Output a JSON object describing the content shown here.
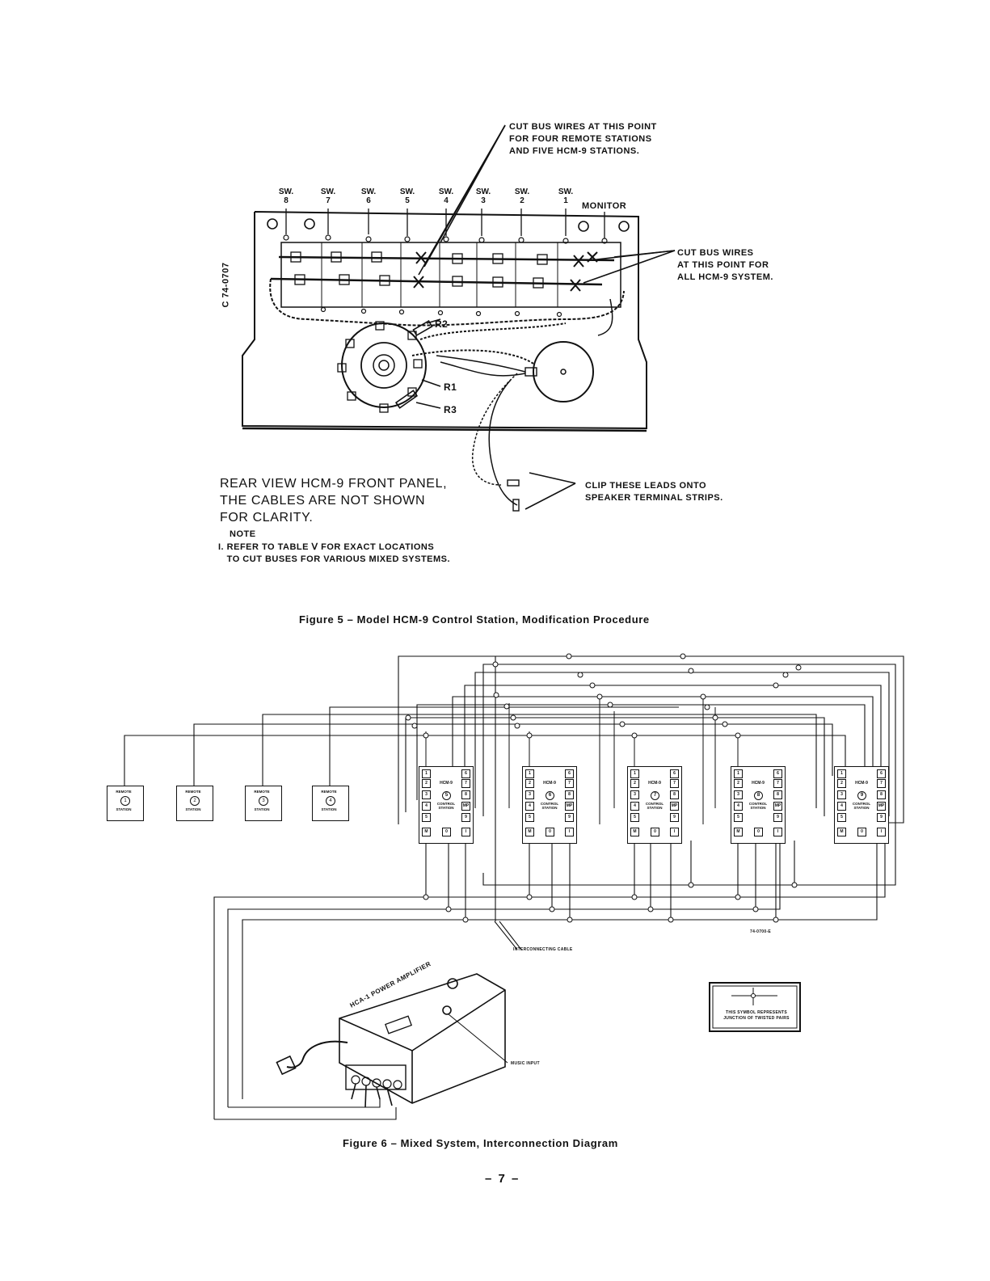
{
  "figure5": {
    "caption": "Figure 5 – Model HCM-9 Control Station, Modification Procedure",
    "drawing_number": "C 74-0707",
    "switch_labels": [
      {
        "top": "SW.",
        "num": "8"
      },
      {
        "top": "SW.",
        "num": "7"
      },
      {
        "top": "SW.",
        "num": "6"
      },
      {
        "top": "SW.",
        "num": "5"
      },
      {
        "top": "SW.",
        "num": "4"
      },
      {
        "top": "SW.",
        "num": "3"
      },
      {
        "top": "SW.",
        "num": "2"
      },
      {
        "top": "SW.",
        "num": "1"
      }
    ],
    "monitor_label": "MONITOR",
    "callout_top": "CUT BUS WIRES AT THIS POINT\nFOR FOUR REMOTE STATIONS\nAND FIVE HCM-9 STATIONS.",
    "callout_right": "CUT BUS WIRES\nAT THIS POINT FOR\nALL HCM-9 SYSTEM.",
    "resistor_labels": [
      "R2",
      "R1",
      "R3"
    ],
    "rear_view": "REAR VIEW HCM-9 FRONT PANEL,\nTHE CABLES ARE NOT SHOWN\nFOR CLARITY.",
    "clip_note": "CLIP THESE LEADS ONTO\nSPEAKER TERMINAL STRIPS.",
    "note_title": "NOTE",
    "note_text": "I. REFER TO TABLE Ⅴ FOR EXACT LOCATIONS\n   TO CUT BUSES FOR VARIOUS MIXED SYSTEMS."
  },
  "figure6": {
    "caption": "Figure 6 – Mixed System, Interconnection Diagram",
    "remote_stations": [
      {
        "top": "REMOTE",
        "num": "1",
        "bottom": "STATION"
      },
      {
        "top": "REMOTE",
        "num": "2",
        "bottom": "STATION"
      },
      {
        "top": "REMOTE",
        "num": "3",
        "bottom": "STATION"
      },
      {
        "top": "REMOTE",
        "num": "4",
        "bottom": "STATION"
      }
    ],
    "control_stations": [
      {
        "model": "HCM-9",
        "num": "5",
        "label": "CONTROL\nSTATION"
      },
      {
        "model": "HCM-9",
        "num": "6",
        "label": "CONTROL\nSTATION"
      },
      {
        "model": "HCM-9",
        "num": "7",
        "label": "CONTROL\nSTATION"
      },
      {
        "model": "HCM-9",
        "num": "8",
        "label": "CONTROL\nSTATION"
      },
      {
        "model": "HCM-9",
        "num": "9",
        "label": "CONTROL\nSTATION"
      }
    ],
    "terminal_left": [
      "1",
      "2",
      "3",
      "4",
      "5",
      "M"
    ],
    "terminal_right": [
      "6",
      "7",
      "8",
      "MP",
      "9",
      "I"
    ],
    "terminal_bottom_mid": "0",
    "cable_label": "INTERCONNECTING CABLE",
    "drawing_number": "74-0700-E",
    "amplifier_label": "HCA-1 POWER AMPLIFIER",
    "music_input": "MUSIC INPUT",
    "legend_text": "THIS SYMBOL REPRESENTS\nJUNCTION OF TWISTED PAIRS"
  },
  "page_number": "– 7 –"
}
